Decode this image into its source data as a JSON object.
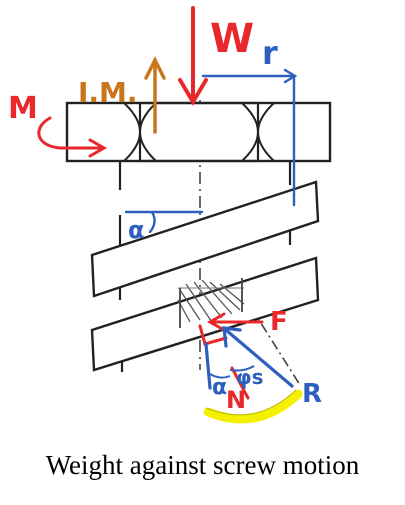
{
  "diagram": {
    "labels": {
      "moment": "M",
      "input_moment": "I.M.",
      "weight": "W",
      "radius": "r",
      "lead_angle": "α",
      "force": "F",
      "friction_angle": "φs",
      "normal": "N",
      "resultant": "R",
      "lead_angle_lower": "α"
    },
    "colors": {
      "red": "#e8282b",
      "orange": "#c8751c",
      "blue": "#2e5fbe",
      "yellow": "#f5f000",
      "ink": "#222222"
    }
  },
  "caption": "Weight against screw motion"
}
